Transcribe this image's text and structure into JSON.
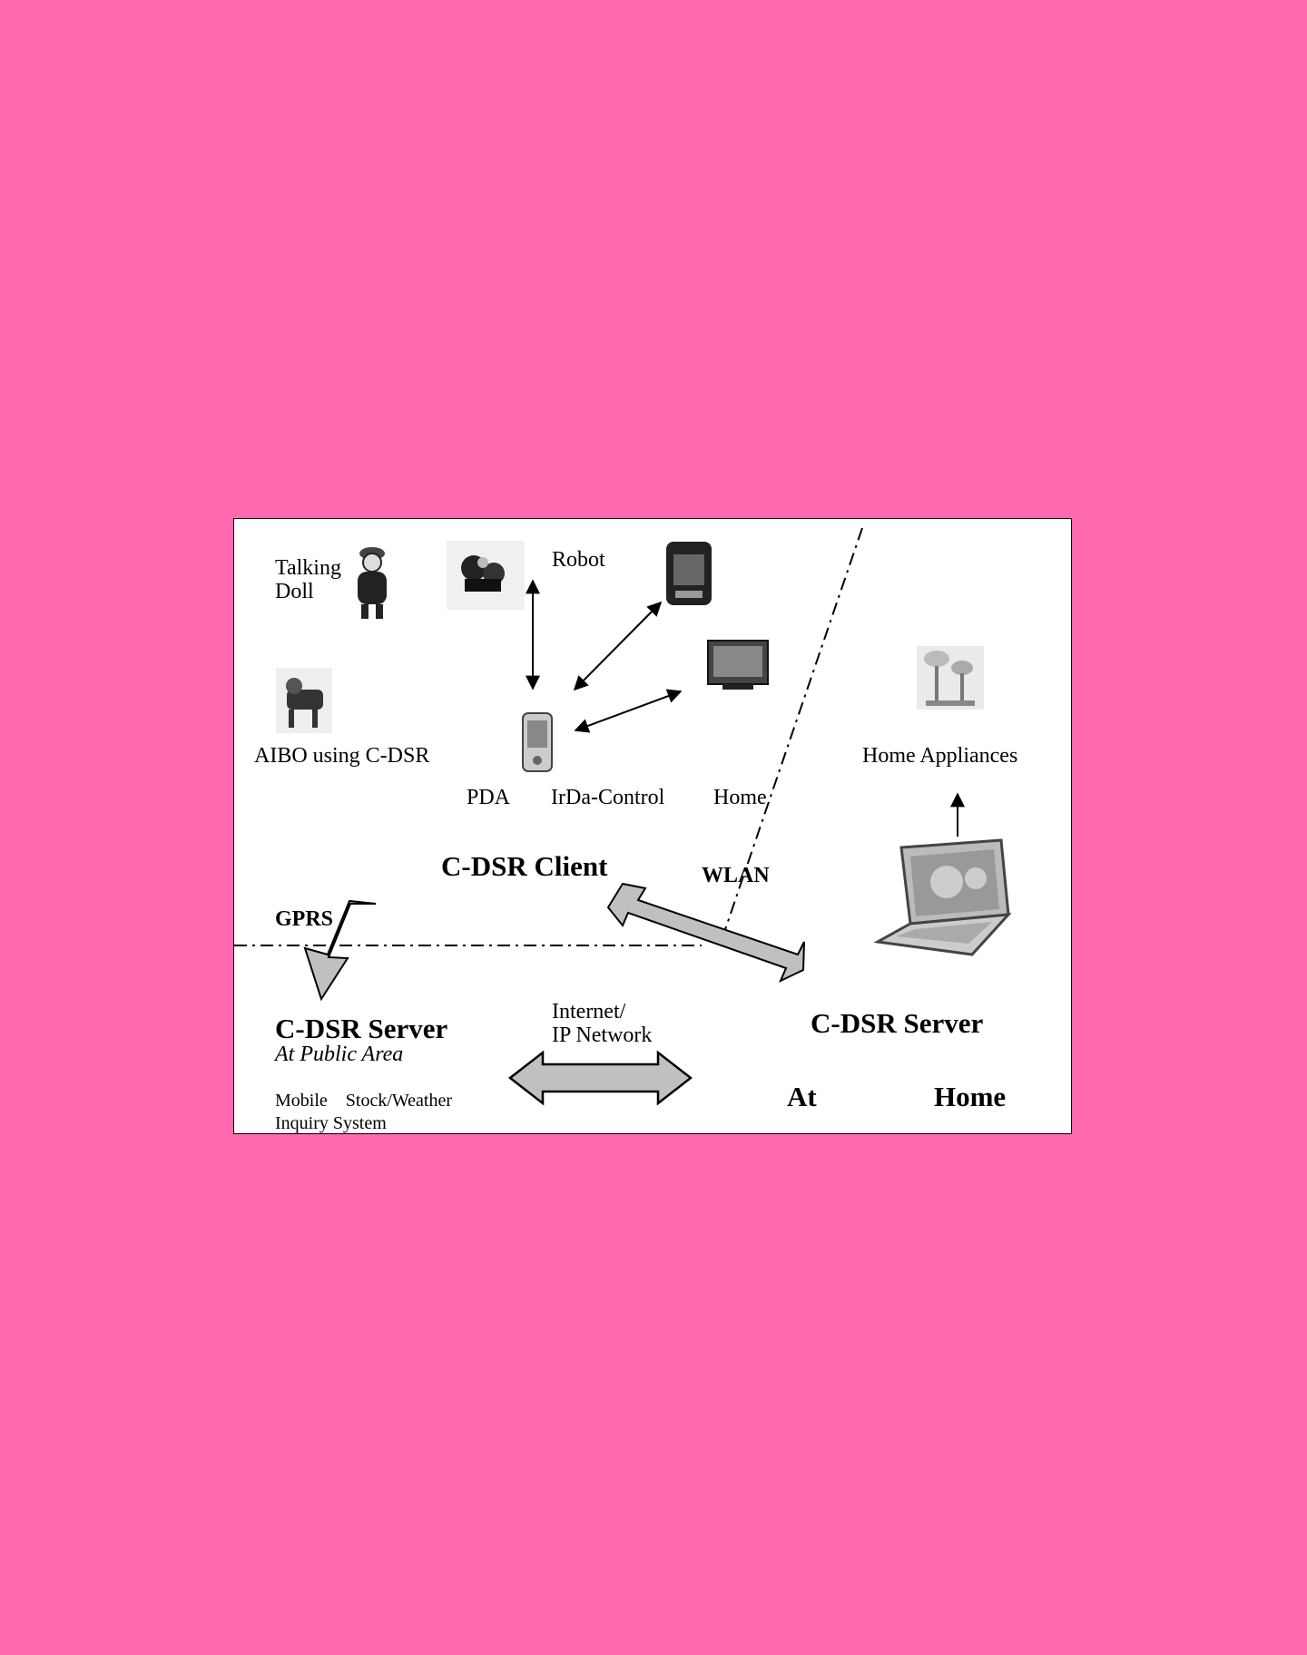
{
  "labels": {
    "talking_doll_line1": "Talking",
    "talking_doll_line2": "Doll",
    "robot": "Robot",
    "aibo": "AIBO using C-DSR",
    "pda": "PDA",
    "irda": "IrDa-Control",
    "home_small": "Home",
    "home_appliances": "Home Appliances",
    "client": "C-DSR Client",
    "wlan": "WLAN",
    "gprs": "GPRS",
    "public_server": "C-DSR Server",
    "public_area": "At Public Area",
    "mobile_line1": "Mobile    Stock/Weather",
    "mobile_line2": "Inquiry System",
    "internet_line1": "Internet/",
    "internet_line2": "IP Network",
    "home_server": "C-DSR Server",
    "at": "At",
    "home_big": "Home"
  },
  "colors": {
    "background": "#ff69b0",
    "arrow_fill": "#c0c0c0",
    "frame": "#000000"
  },
  "icons": [
    "talking-doll-icon",
    "robot-icon",
    "speaker-icon",
    "tv-icon",
    "aibo-icon",
    "pda-icon",
    "lamps-icon",
    "laptop-icon"
  ]
}
